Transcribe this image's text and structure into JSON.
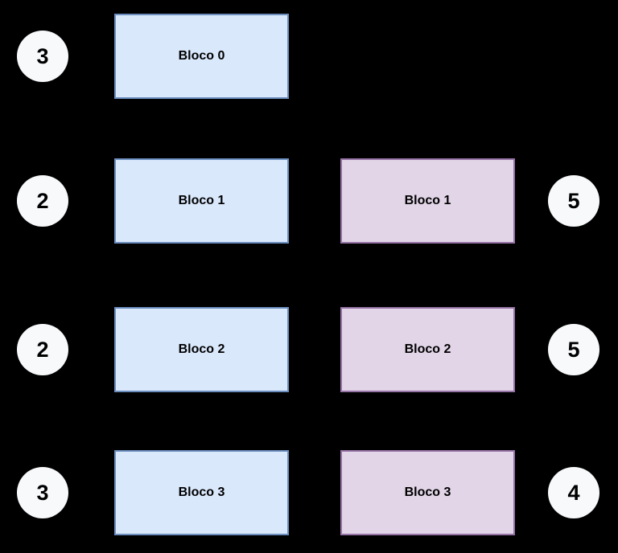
{
  "diagram": {
    "background_color": "#000000",
    "left_block_fill": "#dae8fc",
    "left_block_stroke": "#6c8ebf",
    "right_block_fill": "#e1d5e7",
    "right_block_stroke": "#9673a6",
    "badge_fill": "#f7f9fb",
    "text_color": "#000000",
    "rows": [
      {
        "left_badge": "3",
        "left_block": "Bloco 0",
        "right_block": null,
        "right_badge": null
      },
      {
        "left_badge": "2",
        "left_block": "Bloco 1",
        "right_block": "Bloco 1",
        "right_badge": "5"
      },
      {
        "left_badge": "2",
        "left_block": "Bloco 2",
        "right_block": "Bloco 2",
        "right_badge": "5"
      },
      {
        "left_badge": "3",
        "left_block": "Bloco 3",
        "right_block": "Bloco 3",
        "right_badge": "4"
      }
    ]
  }
}
